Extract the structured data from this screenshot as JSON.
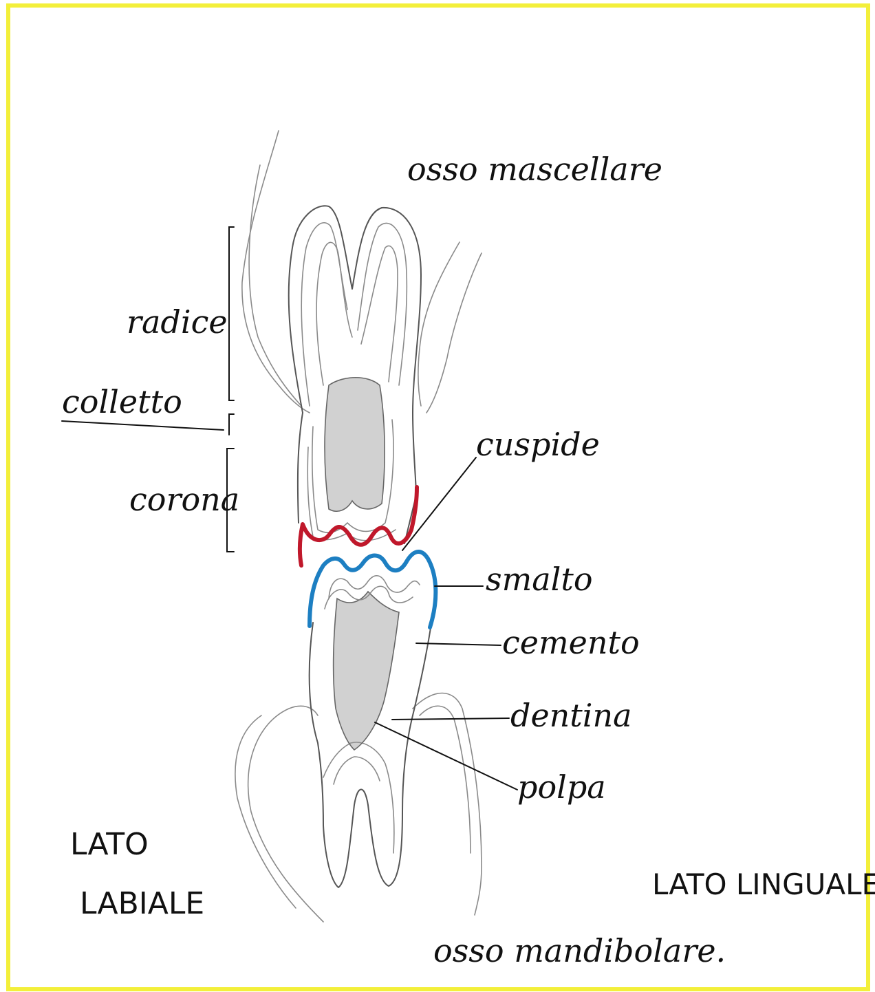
{
  "labels": {
    "upper_bone": "osso mascellare",
    "root": "radice",
    "neck": "colletto",
    "crown": "corona",
    "cusp": "cuspide",
    "enamel": "smalto",
    "cementum": "cemento",
    "dentin": "dentina",
    "pulp": "polpa",
    "labial_side_line1": "LATO",
    "labial_side_line2": "LABIALE",
    "lingual_side": "LATO LINGUALE",
    "lower_bone": "osso mandibolare."
  },
  "colors": {
    "border": "#f3ef3a",
    "cusp_line": "#c0182b",
    "enamel_line": "#1d7fc2",
    "pencil": "#555555"
  },
  "icons": [
    "upper-tooth-sketch",
    "lower-tooth-sketch"
  ]
}
